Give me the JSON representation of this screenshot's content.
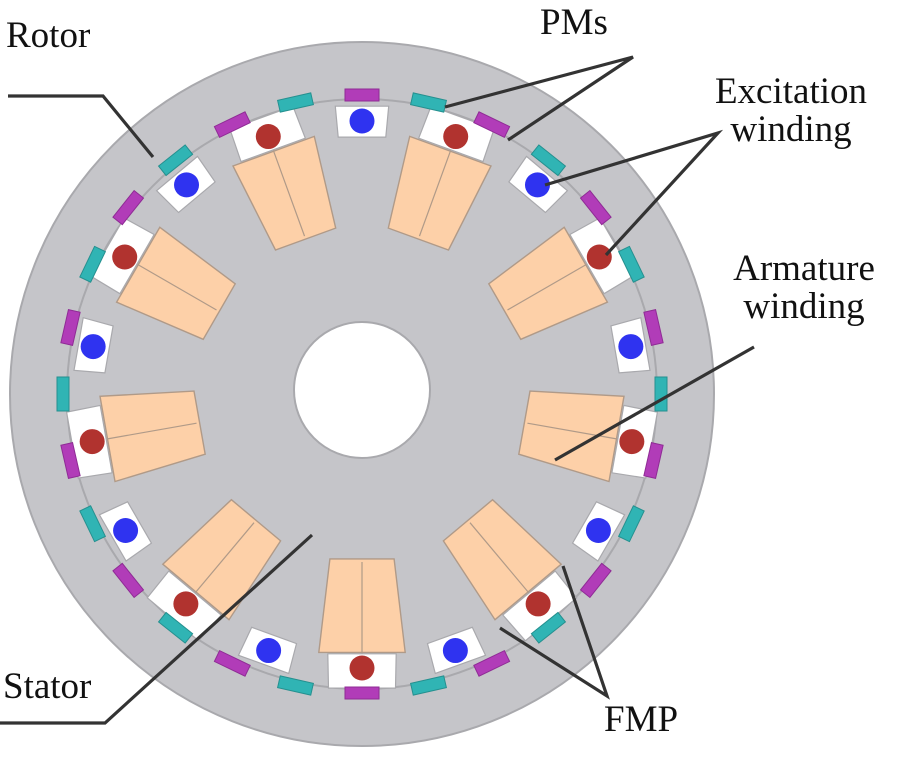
{
  "figure": {
    "description": "Cross-section of a flux-modulated machine showing rotor, stator, permanent magnets, excitation and armature windings",
    "colors": {
      "rotor_iron": "#c5c5c9",
      "stator_iron": "#c5c5c9",
      "outline": "#a9a9ad",
      "slot": "#ffffff",
      "armature_winding": "#fdd0a8",
      "armature_outline": "#b09a88",
      "excitation_positive": "#b1332f",
      "excitation_negative": "#2f33f0",
      "pm_a": "#30b4b4",
      "pm_b": "#b13cb8",
      "leader": "#333333",
      "text": "#111111"
    },
    "counts": {
      "stator_slots": 18,
      "armature_coil_groups": 9,
      "permanent_magnets": 28
    }
  },
  "labels": {
    "rotor": "Rotor",
    "pms": "PMs",
    "excitation": [
      "Excitation",
      "winding"
    ],
    "armature": [
      "Armature",
      "winding"
    ],
    "stator": "Stator",
    "fmp": "FMP"
  }
}
